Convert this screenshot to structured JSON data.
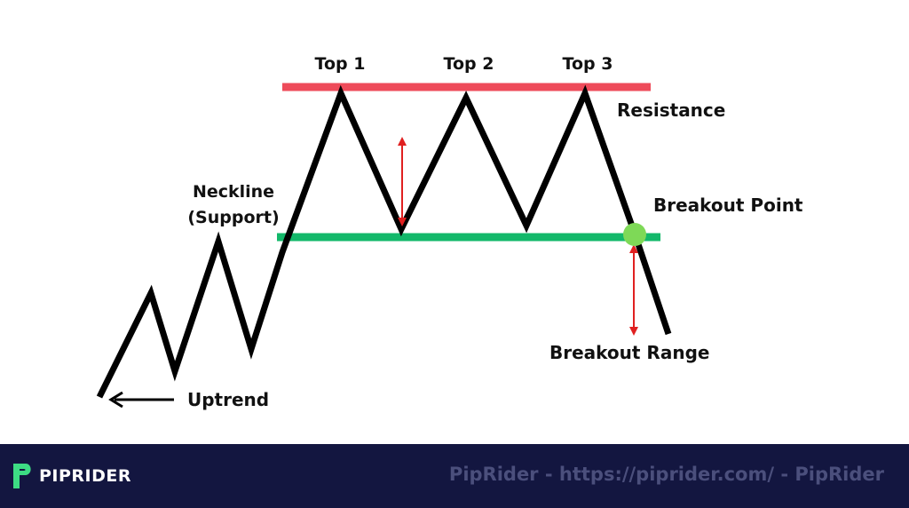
{
  "labels": {
    "top1": "Top 1",
    "top2": "Top 2",
    "top3": "Top 3",
    "resistance": "Resistance",
    "neckline_line1": "Neckline",
    "neckline_line2": "(Support)",
    "breakout_point": "Breakout Point",
    "breakout_range": "Breakout Range",
    "uptrend": "Uptrend"
  },
  "footer": {
    "brand": "PIPRIDER",
    "watermark": "PipRider - https://piprider.com/ - PipRider"
  },
  "colors": {
    "resistance_line": "#ee4b5a",
    "support_line": "#13b86a",
    "price_path": "#000000",
    "range_arrows": "#e02020",
    "breakout_dot": "#7ed957",
    "footer_bg": "#131640",
    "brand_accent": "#3ddc84"
  }
}
